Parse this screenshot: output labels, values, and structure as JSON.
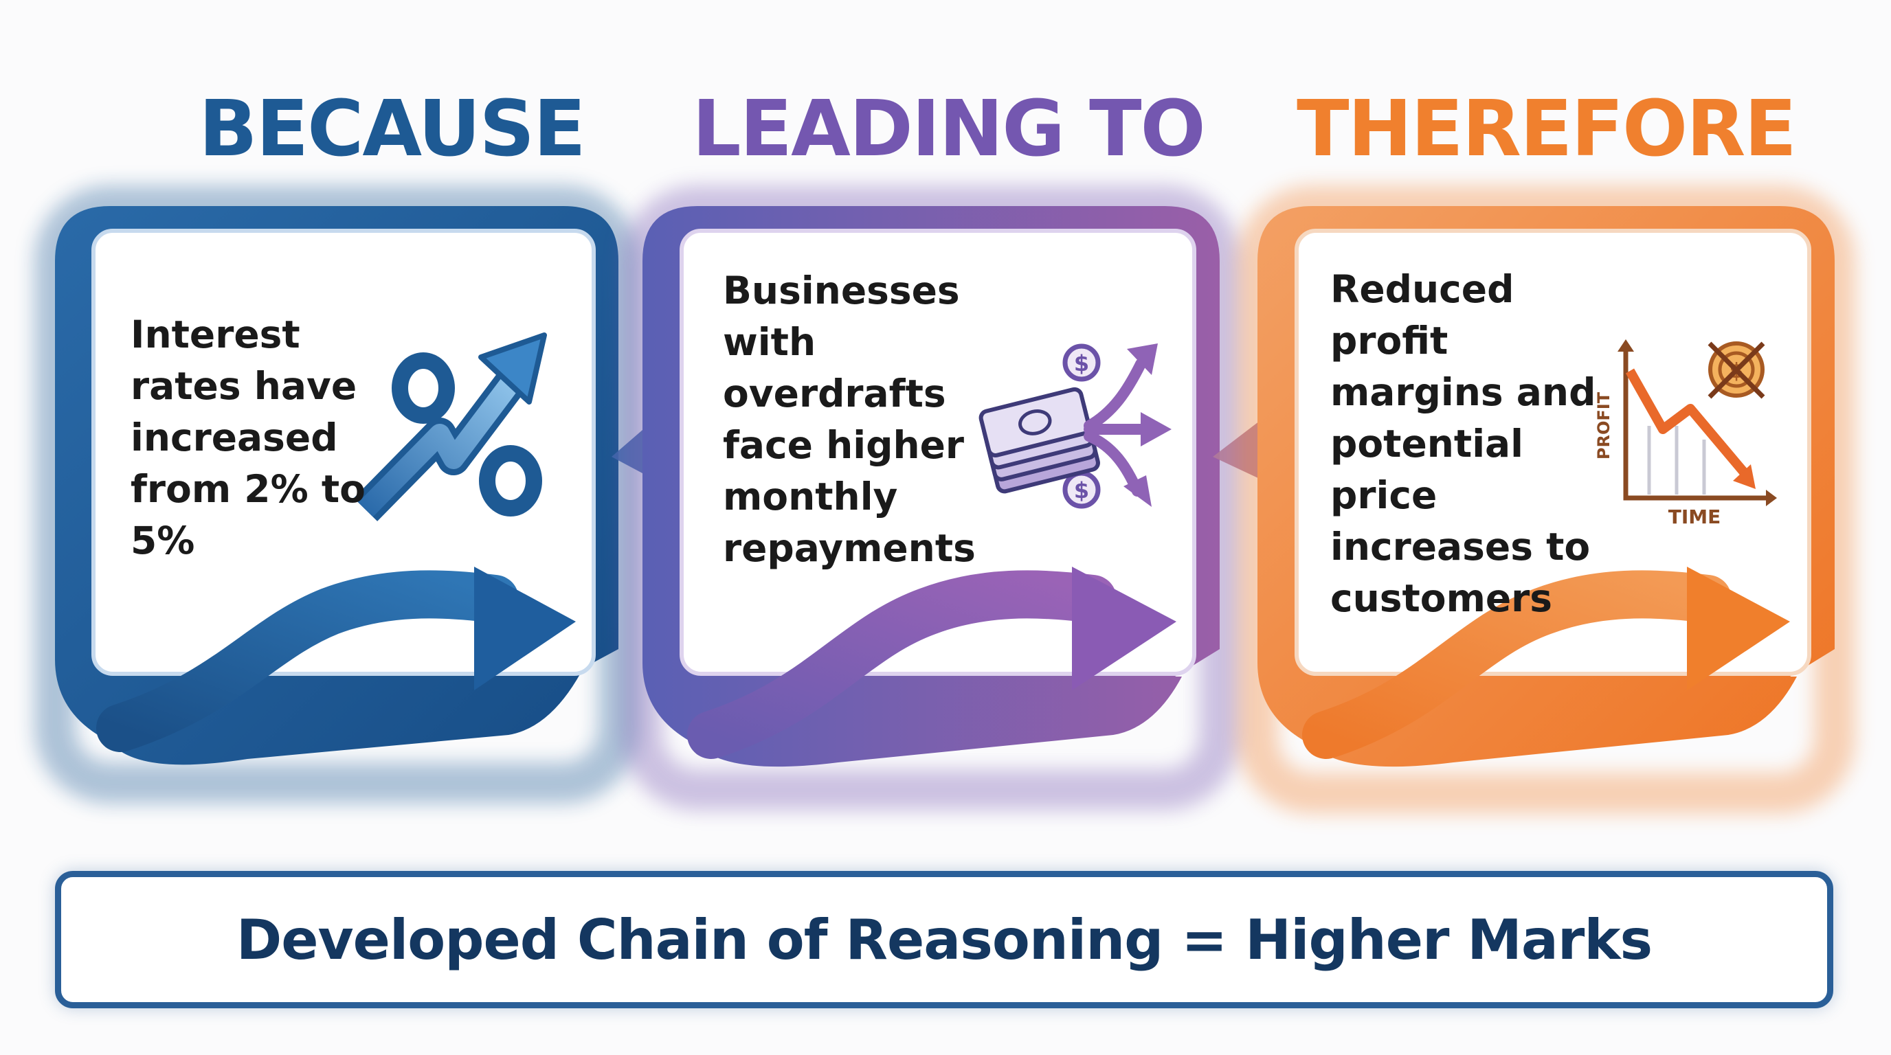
{
  "steps": [
    {
      "heading": "BECAUSE",
      "lines": [
        "Interest",
        "rates have",
        "increased",
        "from 2% to",
        "5%"
      ],
      "icon": "percent-up-arrow-icon",
      "color": "#1e5a94"
    },
    {
      "heading": "LEADING TO",
      "lines": [
        "Businesses",
        "with",
        "overdrafts",
        "face higher",
        "monthly",
        "repayments"
      ],
      "icon": "money-outflow-icon",
      "color": "#7457b0"
    },
    {
      "heading": "THEREFORE",
      "lines": [
        "Reduced",
        "profit",
        "margins and",
        "potential",
        "price",
        "increases to",
        "customers"
      ],
      "icon": "profit-decline-chart-icon",
      "color": "#f0802e",
      "chart_labels": {
        "y": "PROFIT",
        "x": "TIME"
      }
    }
  ],
  "summary": "Developed Chain of Reasoning = Higher Marks"
}
